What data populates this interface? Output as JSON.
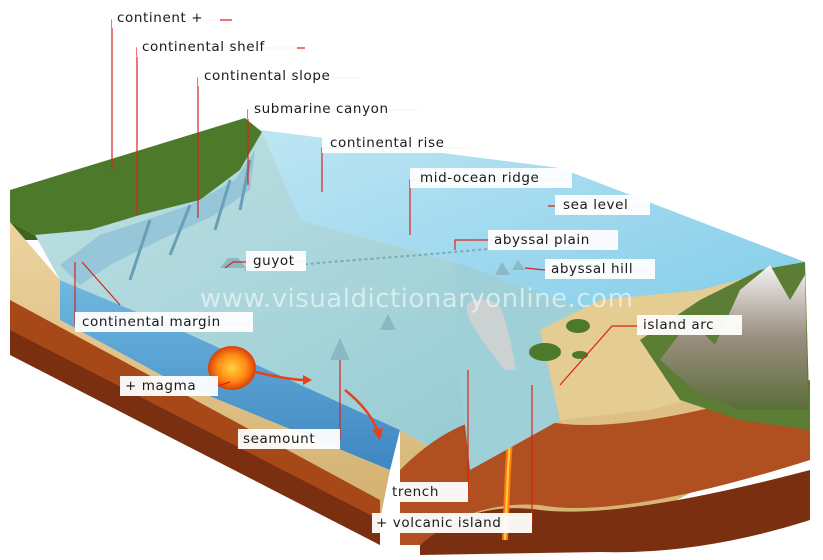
{
  "labels": {
    "continent": "continent +",
    "continental_shelf": "continental shelf",
    "continental_slope": "continental slope",
    "submarine_canyon": "submarine canyon",
    "continental_rise": "continental rise",
    "mid_ocean_ridge": "mid-ocean ridge",
    "sea_level": "sea level",
    "abyssal_plain": "abyssal plain",
    "guyot": "guyot",
    "abyssal_hill": "abyssal hill",
    "island_arc": "island arc",
    "continental_margin": "continental margin",
    "magma": "+ magma",
    "seamount": "seamount",
    "trench": "trench",
    "volcanic_island": "+ volcanic island"
  },
  "watermark": "www.visualdictionaryonline.com",
  "colors": {
    "leader_line": "#d9231c",
    "ocean_surface": "#8fd3ef",
    "seafloor": "#a9d6dc",
    "crust_sand": "#e0c48a",
    "mantle_brown": "#8a3a14",
    "magma": "#ff7a10",
    "land_green": "#4d7a2a"
  }
}
